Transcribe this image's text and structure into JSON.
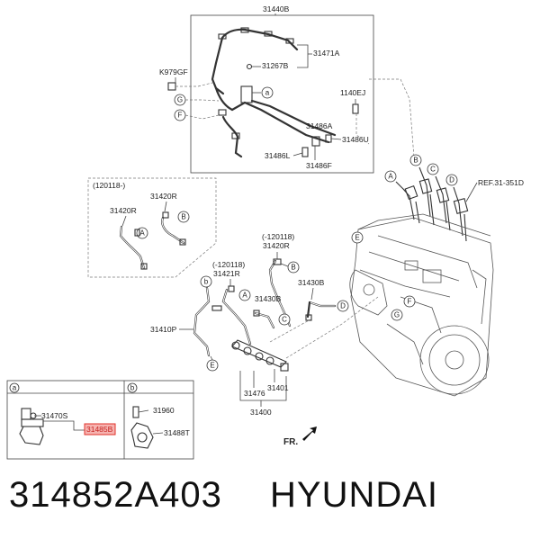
{
  "labels": {
    "l31440B": "31440B",
    "lK979GF": "K979GF",
    "l31471A": "31471A",
    "l31267B": "31267B",
    "l1140EJ": "1140EJ",
    "l31486A": "31486A",
    "l31486U": "31486U",
    "l31486L": "31486L",
    "l31486F": "31486F",
    "l120118a": "(120118-)",
    "l31420R_a": "31420R",
    "l31420R_b": "31420R",
    "l120118b": "(-120118)",
    "l31420R_c": "31420R",
    "l120118c": "(-120118)",
    "l31421R": "31421R",
    "l31430B_a": "31430B",
    "l31430B_b": "31430B",
    "l31410P": "31410P",
    "l31401": "31401",
    "l31476": "31476",
    "l31400": "31400",
    "lREF": "REF.31-351D",
    "lFR": "FR.",
    "l31470S": "31470S",
    "l31485B": "31485B",
    "l31960": "31960",
    "l31488T": "31488T"
  },
  "callouts": {
    "a": "a",
    "b": "b",
    "c": "C",
    "d": "D",
    "e": "E",
    "f": "F",
    "g": "G",
    "A": "A",
    "B": "B"
  },
  "footer": {
    "part_number": "314852A403",
    "brand": "HYUNDAI"
  },
  "colors": {
    "highlight_border": "#e0302a",
    "highlight_fill": "#f6b3b0"
  }
}
